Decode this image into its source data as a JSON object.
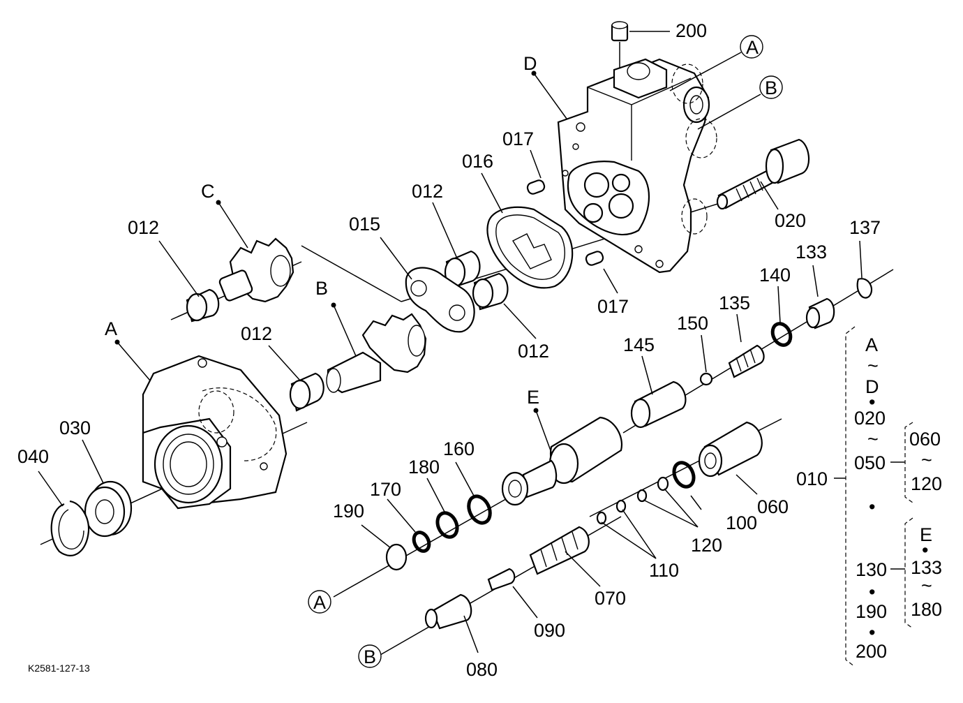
{
  "doc_code": "K2581-127-13",
  "letters": {
    "A": "A",
    "B": "B",
    "C": "C",
    "D": "D",
    "E": "E"
  },
  "parts": {
    "p010": "010",
    "p012": "012",
    "p015": "015",
    "p016": "016",
    "p017": "017",
    "p020": "020",
    "p030": "030",
    "p040": "040",
    "p050": "050",
    "p060": "060",
    "p070": "070",
    "p080": "080",
    "p090": "090",
    "p100": "100",
    "p110": "110",
    "p120": "120",
    "p130": "130",
    "p133": "133",
    "p135": "135",
    "p137": "137",
    "p140": "140",
    "p145": "145",
    "p150": "150",
    "p160": "160",
    "p170": "170",
    "p180": "180",
    "p190": "190",
    "p200": "200"
  },
  "range_symbol": "~",
  "separator_dot": "•"
}
